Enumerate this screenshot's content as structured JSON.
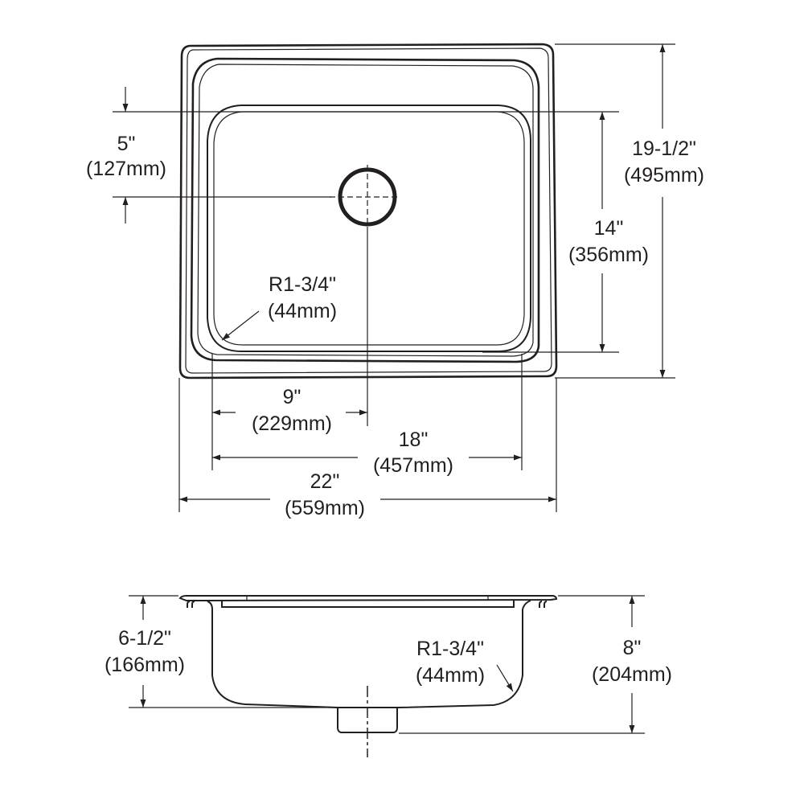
{
  "drawing": {
    "title": "Single bowl drop-in sink dimension drawing",
    "colors": {
      "ink": "#231f20",
      "background": "#ffffff"
    },
    "top_view": {
      "drain_offset": {
        "inch": "5\"",
        "mm": "(127mm)"
      },
      "bowl_length": {
        "inch": "14\"",
        "mm": "(356mm)"
      },
      "overall_length": {
        "inch": "19-1/2\"",
        "mm": "(495mm)"
      },
      "corner_radius": {
        "inch": "R1-3/4\"",
        "mm": "(44mm)"
      },
      "drain_center_from_side": {
        "inch": "9\"",
        "mm": "(229mm)"
      },
      "bowl_width": {
        "inch": "18\"",
        "mm": "(457mm)"
      },
      "overall_width": {
        "inch": "22\"",
        "mm": "(559mm)"
      }
    },
    "side_view": {
      "bowl_depth": {
        "inch": "6-1/2\"",
        "mm": "(166mm)"
      },
      "corner_radius": {
        "inch": "R1-3/4\"",
        "mm": "(44mm)"
      },
      "overall_depth": {
        "inch": "8\"",
        "mm": "(204mm)"
      }
    }
  }
}
